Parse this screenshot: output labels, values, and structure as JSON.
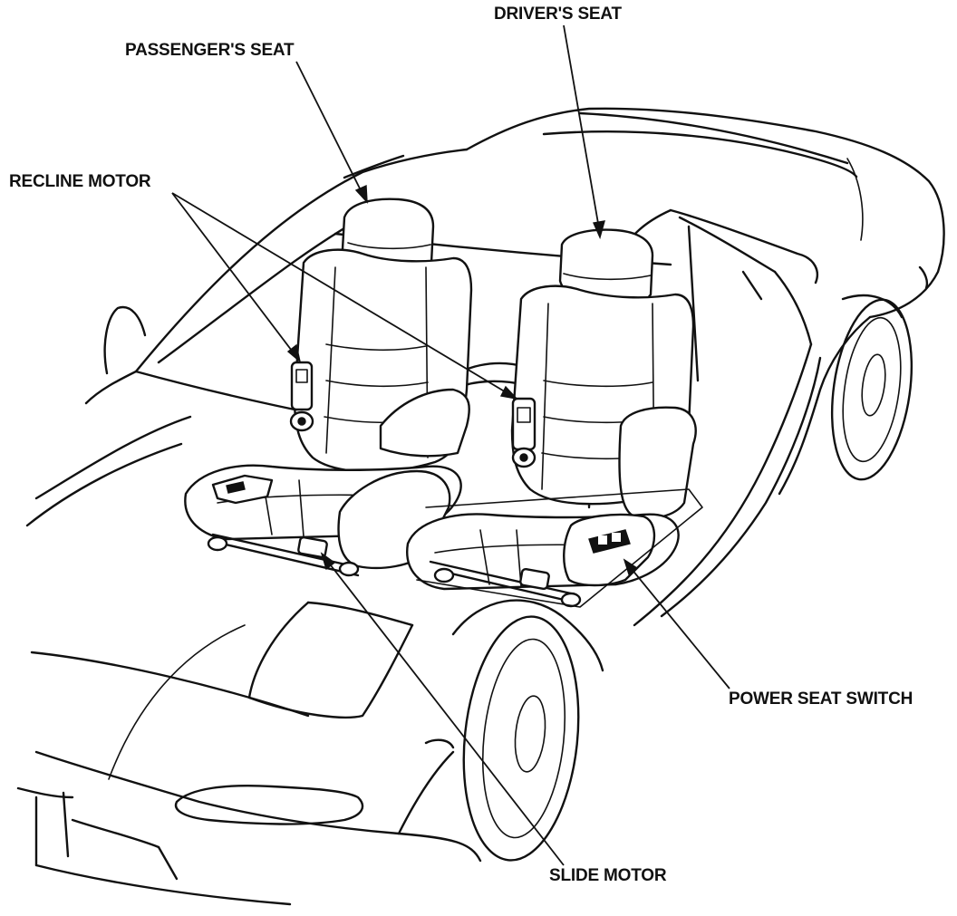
{
  "diagram": {
    "labels": {
      "drivers_seat": "DRIVER'S SEAT",
      "passengers_seat": "PASSENGER'S SEAT",
      "recline_motor": "RECLINE MOTOR",
      "power_seat_switch": "POWER SEAT SWITCH",
      "slide_motor": "SLIDE MOTOR"
    },
    "colors": {
      "line": "#111111",
      "background": "#ffffff"
    }
  }
}
